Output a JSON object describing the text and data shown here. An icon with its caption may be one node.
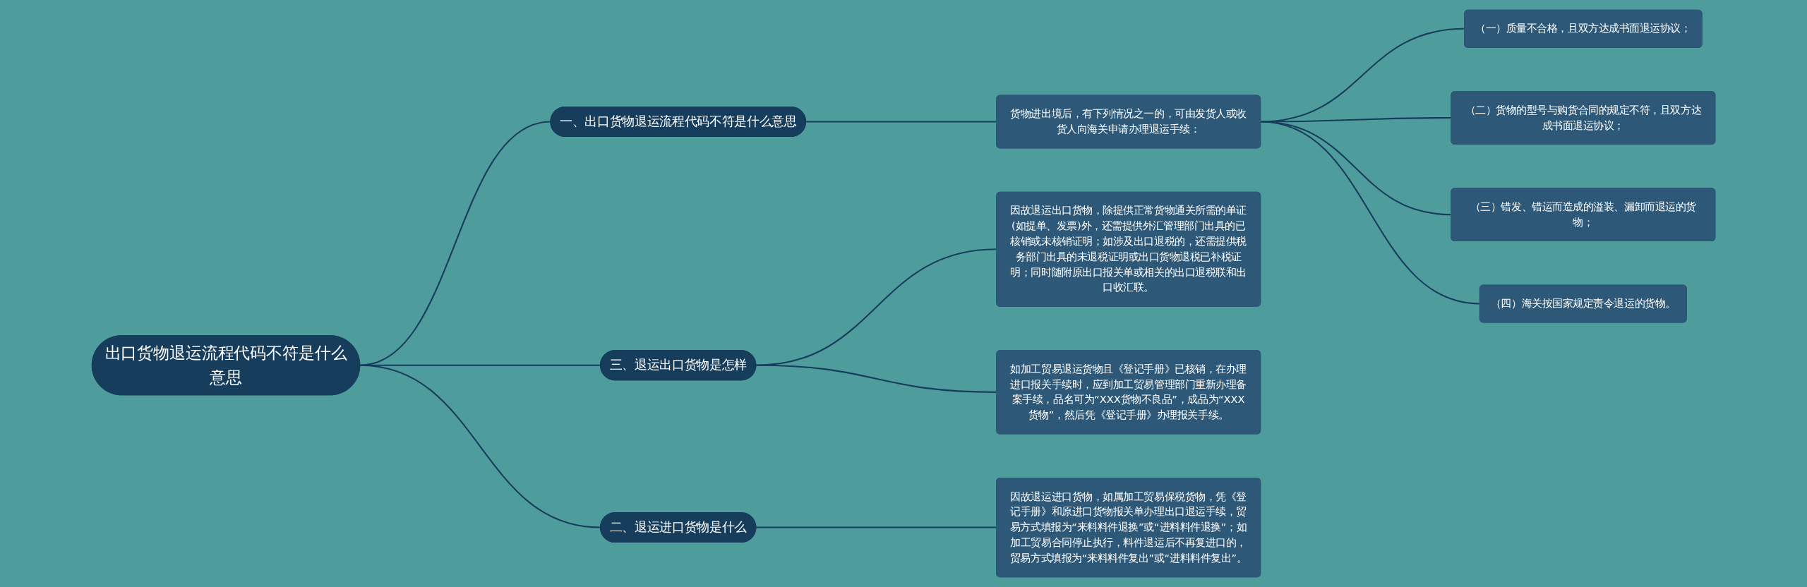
{
  "diagram": {
    "nodes": [
      {
        "text": [
          "出口货物退运流程代码不符是什么意思"
        ]
      },
      {
        "text": [
          "一、出口货物退运流程代码不符是什么意思"
        ]
      },
      {
        "text": [
          "货物进出境后，有下列情况之一的，可由发货人或收货人向海关申请办理退运手续："
        ]
      },
      {
        "text": [
          "（一）质量不合格，且双方达成书面退运协议；"
        ]
      },
      {
        "text": [
          "（二）货物的型号与购货合同的规定不符，且双方达成书面退运协议；"
        ]
      },
      {
        "text": [
          "（三）错发、错运而造成的溢装、漏卸而退运的货物；"
        ]
      },
      {
        "text": [
          "（四）海关按国家规定责令退运的货物。"
        ]
      },
      {
        "text": [
          "二、退运进口货物是什么"
        ]
      },
      {
        "text": [
          "因故退运进口货物，如属加工贸易保税货物，凭《登记手册》和原进口货物报关单办理出口退运手续，贸易方式填报为“来料料件退换”或“进料料件退换”；如加工贸易合同停止执行，料件退运后不再复进口的，贸易方式填报为“来料料件复出”或“进料料件复出”。"
        ]
      },
      {
        "text": [
          "三、退运出口货物是怎样"
        ]
      },
      {
        "text": [
          "因故退运出口货物，除提供正常货物通关所需的单证(如提单、发票)外，还需提供外汇管理部门出具的已核销或未核销证明；如涉及出口退税的，还需提供税务部门出具的未退税证明或出口货物退税已补税证明；同时随附原出口报关单或相关的出口退税联和出口收汇联。"
        ]
      },
      {
        "text": [
          "如加工贸易退运货物且《登记手册》已核销，在办理进口报关手续时，应到加工贸易管理部门重新办理备案手续，品名可为“XXX货物不良品”，成品为“XXX货物”，然后凭《登记手册》办理报关手续。"
        ]
      }
    ],
    "edges": [
      {
        "from": 0,
        "to": 1,
        "arrow": "none"
      },
      {
        "from": 1,
        "to": 2,
        "arrow": "none"
      },
      {
        "from": 2,
        "to": 3,
        "arrow": "none"
      },
      {
        "from": 2,
        "to": 4,
        "arrow": "none"
      },
      {
        "from": 2,
        "to": 5,
        "arrow": "none"
      },
      {
        "from": 2,
        "to": 6,
        "arrow": "none"
      },
      {
        "from": 0,
        "to": 7,
        "arrow": "none"
      },
      {
        "from": 7,
        "to": 8,
        "arrow": "none"
      },
      {
        "from": 0,
        "to": 9,
        "arrow": "none"
      },
      {
        "from": 9,
        "to": 10,
        "arrow": "none"
      },
      {
        "from": 9,
        "to": 11,
        "arrow": "none"
      }
    ]
  }
}
